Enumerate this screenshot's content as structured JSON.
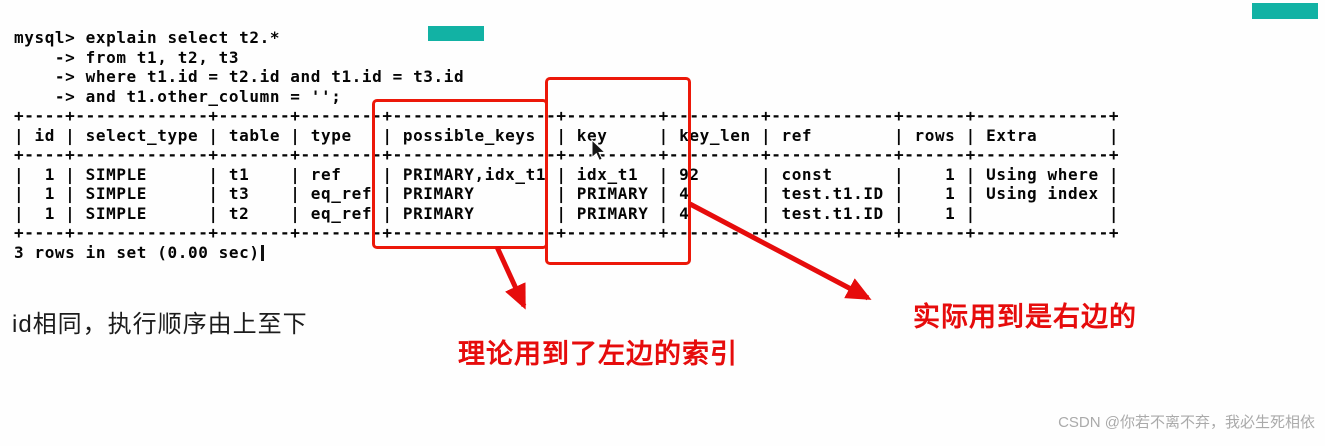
{
  "terminal": {
    "lines": [
      "mysql> explain select t2.*",
      "    -> from t1, t2, t3",
      "    -> where t1.id = t2.id and t1.id = t3.id",
      "    -> and t1.other_column = '';",
      "+----+-------------+-------+--------+----------------+---------+---------+------------+------+-------------+",
      "| id | select_type | table | type   | possible_keys  | key     | key_len | ref        | rows | Extra       |",
      "+----+-------------+-------+--------+----------------+---------+---------+------------+------+-------------+",
      "|  1 | SIMPLE      | t1    | ref    | PRIMARY,idx_t1 | idx_t1  | 92      | const      |    1 | Using where |",
      "|  1 | SIMPLE      | t3    | eq_ref | PRIMARY        | PRIMARY | 4       | test.t1.ID |    1 | Using index |",
      "|  1 | SIMPLE      | t2    | eq_ref | PRIMARY        | PRIMARY | 4       | test.t1.ID |    1 |             |",
      "+----+-------------+-------+--------+----------------+---------+---------+------------+------+-------------+",
      "3 rows in set (0.00 sec)"
    ],
    "status_line": "3 rows in set (0.00 sec)"
  },
  "explain_table": {
    "columns": [
      "id",
      "select_type",
      "table",
      "type",
      "possible_keys",
      "key",
      "key_len",
      "ref",
      "rows",
      "Extra"
    ],
    "rows": [
      [
        "1",
        "SIMPLE",
        "t1",
        "ref",
        "PRIMARY,idx_t1",
        "idx_t1",
        "92",
        "const",
        "1",
        "Using where"
      ],
      [
        "1",
        "SIMPLE",
        "t3",
        "eq_ref",
        "PRIMARY",
        "PRIMARY",
        "4",
        "test.t1.ID",
        "1",
        "Using index"
      ],
      [
        "1",
        "SIMPLE",
        "t2",
        "eq_ref",
        "PRIMARY",
        "PRIMARY",
        "4",
        "test.t1.ID",
        "1",
        ""
      ]
    ]
  },
  "annotations": {
    "left_note": "id相同，执行顺序由上至下",
    "theory_note": "理论用到了左边的索引",
    "actual_note": "实际用到是右边的",
    "highlighted_columns": [
      "possible_keys",
      "key"
    ]
  },
  "colors": {
    "highlight_red": "#ec1809",
    "annotation_red": "#e60c0c",
    "redaction_teal": "#12b2a4",
    "terminal_text": "#050505"
  },
  "watermark": "CSDN @你若不离不弃，我必生死相依"
}
